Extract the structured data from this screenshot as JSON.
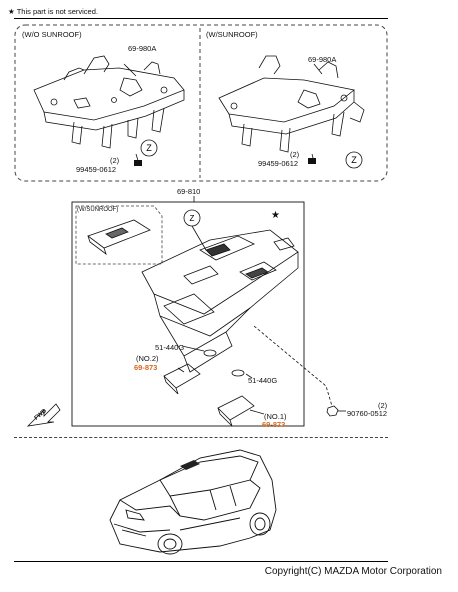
{
  "note": {
    "star": "★",
    "text": "This part is not serviced."
  },
  "sunroof_box": {
    "left_title": "(W/O SUNROOF)",
    "right_title": "(W/SUNROOF)",
    "left_part": "69-980A",
    "right_part": "69-980A",
    "left_qty": "(2)",
    "left_bolt": "99459-0612",
    "right_qty": "(2)",
    "right_bolt": "99459-0612",
    "callout": "Z"
  },
  "main": {
    "assembly_part": "69-810",
    "inset_title": "(W/SUNROOF)",
    "callout": "Z",
    "star": "★",
    "bulb_1": "51-440G",
    "bulb_2": "51-440G",
    "lens_no2_tag": "(NO.2)",
    "lens_no2_part": "69-873",
    "lens_no1_tag": "(NO.1)",
    "lens_no1_part": "69-873",
    "screw_qty": "(2)",
    "screw_part": "90760-0512",
    "fwd": "FWD"
  },
  "footer": {
    "copyright": "Copyright(C) MAZDA Motor Corporation"
  },
  "colors": {
    "highlight": "#d2691e",
    "line": "#000000"
  }
}
